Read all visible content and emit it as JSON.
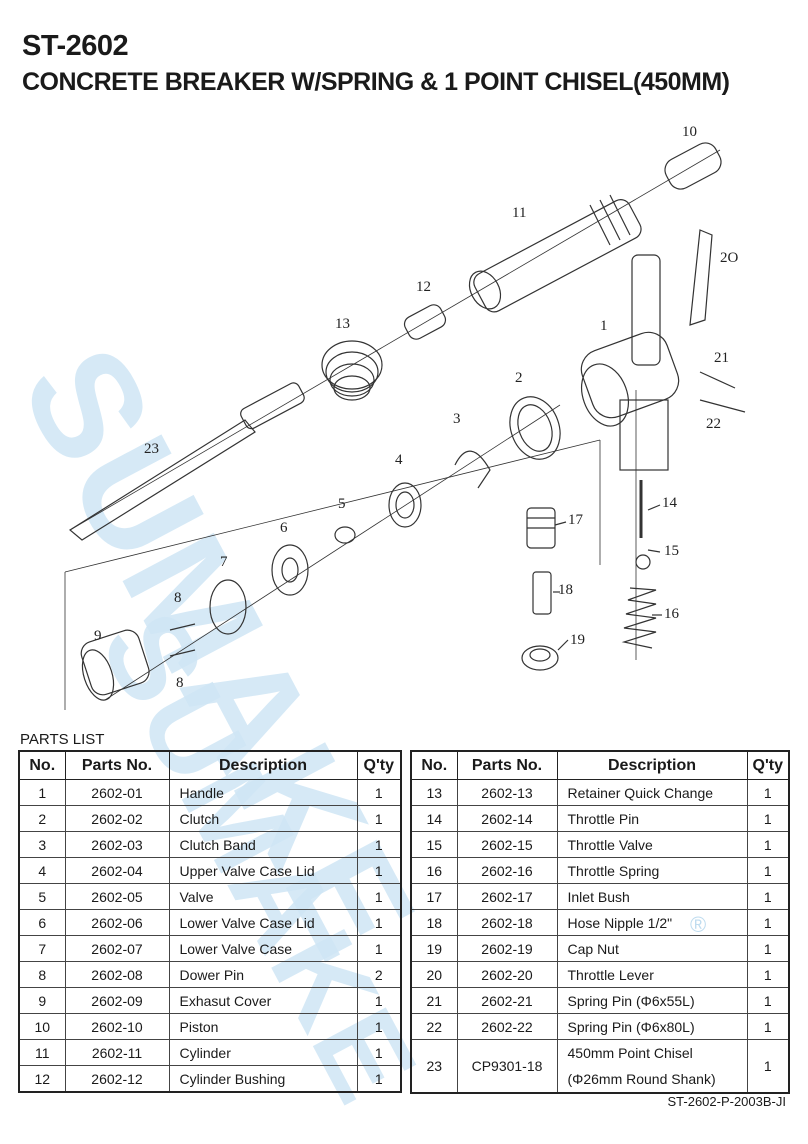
{
  "header": {
    "model": "ST-2602",
    "description": "CONCRETE BREAKER W/SPRING & 1 POINT CHISEL(450MM)"
  },
  "watermark": {
    "text": "SUMAKE",
    "registered": "®"
  },
  "diagram_labels": [
    "1",
    "2",
    "3",
    "4",
    "5",
    "6",
    "7",
    "8",
    "8",
    "9",
    "10",
    "11",
    "12",
    "13",
    "14",
    "15",
    "16",
    "17",
    "18",
    "19",
    "2O",
    "21",
    "22",
    "23"
  ],
  "parts_list": {
    "label": "PARTS LIST",
    "columns": [
      "No.",
      "Parts No.",
      "Description",
      "Q'ty"
    ],
    "left_rows": [
      {
        "no": "1",
        "part": "2602-01",
        "desc": "Handle",
        "qty": "1"
      },
      {
        "no": "2",
        "part": "2602-02",
        "desc": "Clutch",
        "qty": "1"
      },
      {
        "no": "3",
        "part": "2602-03",
        "desc": "Clutch Band",
        "qty": "1"
      },
      {
        "no": "4",
        "part": "2602-04",
        "desc": "Upper Valve Case Lid",
        "qty": "1"
      },
      {
        "no": "5",
        "part": "2602-05",
        "desc": "Valve",
        "qty": "1"
      },
      {
        "no": "6",
        "part": "2602-06",
        "desc": "Lower Valve Case Lid",
        "qty": "1"
      },
      {
        "no": "7",
        "part": "2602-07",
        "desc": "Lower Valve Case",
        "qty": "1"
      },
      {
        "no": "8",
        "part": "2602-08",
        "desc": "Dower Pin",
        "qty": "2"
      },
      {
        "no": "9",
        "part": "2602-09",
        "desc": "Exhasut Cover",
        "qty": "1"
      },
      {
        "no": "10",
        "part": "2602-10",
        "desc": "Piston",
        "qty": "1"
      },
      {
        "no": "11",
        "part": "2602-11",
        "desc": "Cylinder",
        "qty": "1"
      },
      {
        "no": "12",
        "part": "2602-12",
        "desc": "Cylinder Bushing",
        "qty": "1"
      }
    ],
    "right_rows": [
      {
        "no": "13",
        "part": "2602-13",
        "desc": "Retainer Quick Change",
        "qty": "1"
      },
      {
        "no": "14",
        "part": "2602-14",
        "desc": "Throttle Pin",
        "qty": "1"
      },
      {
        "no": "15",
        "part": "2602-15",
        "desc": "Throttle Valve",
        "qty": "1"
      },
      {
        "no": "16",
        "part": "2602-16",
        "desc": "Throttle Spring",
        "qty": "1"
      },
      {
        "no": "17",
        "part": "2602-17",
        "desc": "Inlet Bush",
        "qty": "1"
      },
      {
        "no": "18",
        "part": "2602-18",
        "desc": "Hose Nipple 1/2\"",
        "qty": "1"
      },
      {
        "no": "19",
        "part": "2602-19",
        "desc": "Cap Nut",
        "qty": "1"
      },
      {
        "no": "20",
        "part": "2602-20",
        "desc": "Throttle Lever",
        "qty": "1"
      },
      {
        "no": "21",
        "part": "2602-21",
        "desc": "Spring Pin (Φ6x55L)",
        "qty": "1"
      },
      {
        "no": "22",
        "part": "2602-22",
        "desc": "Spring Pin (Φ6x80L)",
        "qty": "1"
      }
    ],
    "last_row": {
      "no": "23",
      "part": "CP9301-18",
      "desc_line1": "450mm Point Chisel",
      "desc_line2": "(Φ26mm Round Shank)",
      "qty": "1"
    }
  },
  "footer": {
    "doc_code": "ST-2602-P-2003B-JI"
  }
}
